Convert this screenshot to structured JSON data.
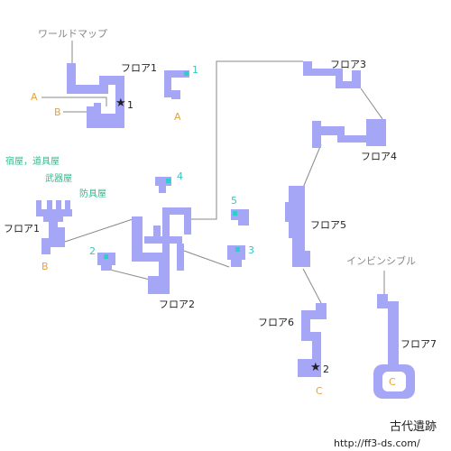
{
  "colors": {
    "corridor": "#a6a6f6",
    "line": "#8a8a8a",
    "marker": "#33cccc",
    "label": "#222222",
    "note": "#888888",
    "shop": "#33b98b",
    "exit": "#e8a23a",
    "pin": "#3bc3c3"
  },
  "labels": {
    "world_map": "ワールドマップ",
    "floor1_top": "フロア1",
    "floor1_left": "フロア1",
    "floor2": "フロア2",
    "floor3": "フロア3",
    "floor4": "フロア4",
    "floor5": "フロア5",
    "floor6": "フロア6",
    "floor7": "フロア7",
    "invisible": "インビンシブル",
    "inn_item": "宿屋，道具屋",
    "weapon": "武器屋",
    "armor": "防具屋",
    "site_title": "古代遺跡",
    "site_url": "http://ff3-ds.com/"
  },
  "exits": {
    "A_left": "A",
    "A_right": "A",
    "B_left": "B",
    "B_bottom": "B",
    "C_floor6": "C",
    "C_floor7": "C"
  },
  "markers": {
    "m1": "1",
    "m2": "2",
    "m3": "3",
    "m4": "4",
    "m5": "5"
  },
  "stars": {
    "star1_num": "1",
    "star2_num": "2",
    "star_icon": "★"
  }
}
